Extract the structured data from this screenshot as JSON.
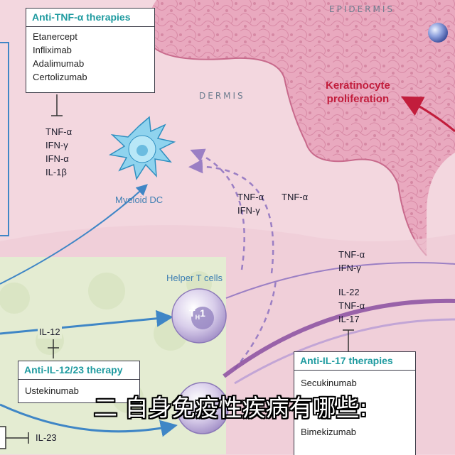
{
  "regions": {
    "epidermis": "EPIDERMIS",
    "dermis": "DERMIS"
  },
  "anti_tnf": {
    "title": "Anti-TNF-α therapies",
    "drugs": [
      "Etanercept",
      "Infliximab",
      "Adalimumab",
      "Certolizumab"
    ]
  },
  "myeloid_cytokines": [
    "TNF-α",
    "IFN-γ",
    "IFN-α",
    "IL-1β"
  ],
  "myeloid_dc": "Myeloid DC",
  "keratinocyte": [
    "Keratinocyte",
    "proliferation"
  ],
  "mid_cytokines_a": [
    "TNF-α",
    "IFN-γ"
  ],
  "mid_cytokines_b": "TNF-α",
  "helper_t_cells": "Helper T cells",
  "th1_label": "T",
  "th1_sub": "H",
  "th1_num": "1",
  "th1_out": [
    "TNF-α",
    "IFN-γ"
  ],
  "th17_out": [
    "IL-22",
    "TNF-α",
    "IL-17"
  ],
  "il12": "IL-12",
  "il23": "IL-23",
  "anti_il1223": {
    "title": "Anti-IL-12/23 therapy",
    "drugs": [
      "Ustekinumab"
    ]
  },
  "anti_il17": {
    "title": "Anti-IL-17 therapies",
    "drugs": [
      "Secukinumab",
      "Bimekizumab"
    ]
  },
  "subtitle": "二 自身免疫性疾病有哪些:",
  "colors": {
    "skin_pink": "#f3d7df",
    "epidermis": "#e7a6bc",
    "lymph_green": "#e4ecd2",
    "teal": "#1f9ba0",
    "blue_arrow": "#3f86c6",
    "purple_arrow": "#8a4fa0",
    "red_arrow": "#c21d3c"
  }
}
